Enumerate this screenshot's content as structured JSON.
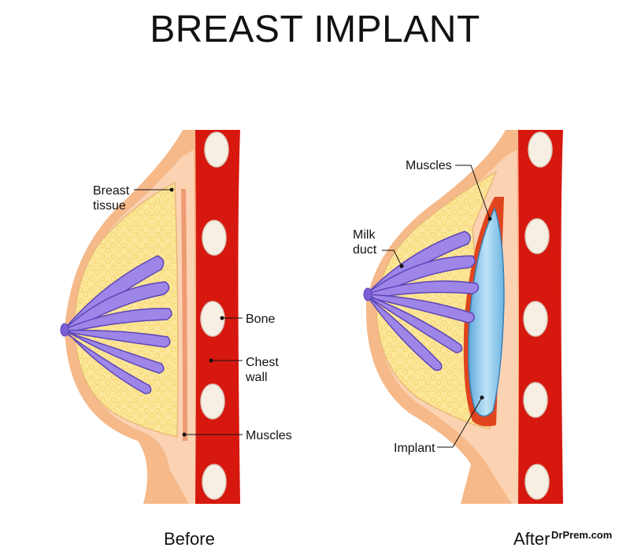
{
  "title": "BREAST IMPLANT",
  "labels": {
    "breast_tissue": "Breast tissue",
    "bone": "Bone",
    "chest_wall": "Chest wall",
    "muscles_before": "Muscles",
    "muscles_after": "Muscles",
    "milk_duct": "Milk duct",
    "implant": "Implant"
  },
  "captions": {
    "before": "Before",
    "after": "After"
  },
  "watermark": "DrPrem.com",
  "colors": {
    "skin": "#f5b98a",
    "skin_light": "#fbd3b3",
    "fat": "#fbe69a",
    "muscle": "#d7180f",
    "bone": "#f7efe4",
    "duct": "#9e86e8",
    "implant": "#8ec9eb"
  }
}
